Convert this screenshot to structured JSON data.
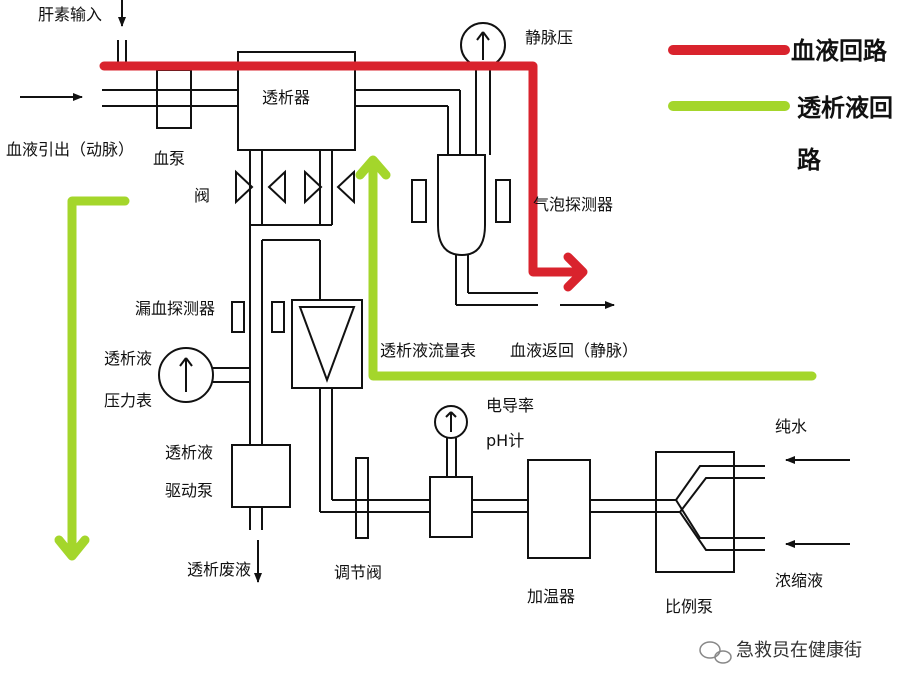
{
  "labels": {
    "heparin_input": "肝素输入",
    "venous_pressure": "静脉压",
    "dialyzer": "透析器",
    "blood_out": "血液引出（动脉）",
    "blood_pump": "血泵",
    "valve": "阀",
    "bubble_detector": "气泡探测器",
    "leak_detector": "漏血探测器",
    "dialysate_pressure_1": "透析液",
    "dialysate_pressure_2": "压力表",
    "dialysate_flowmeter": "透析液流量表",
    "blood_return": "血液返回（静脉）",
    "conductivity": "电导率",
    "ph_meter": "pH计",
    "drive_pump_1": "透析液",
    "drive_pump_2": "驱动泵",
    "waste": "透析废液",
    "regulating_valve": "调节阀",
    "heater": "加温器",
    "ratio_pump": "比例泵",
    "pure_water": "纯水",
    "concentrate": "浓缩液"
  },
  "legend": {
    "blood_circuit": "血液回路",
    "dialysate_circuit_1": "透析液回",
    "dialysate_circuit_2": "路"
  },
  "watermark": "急救员在健康街",
  "colors": {
    "blood": "#d9232d",
    "dialysate": "#a4d62b",
    "line": "#111111"
  }
}
